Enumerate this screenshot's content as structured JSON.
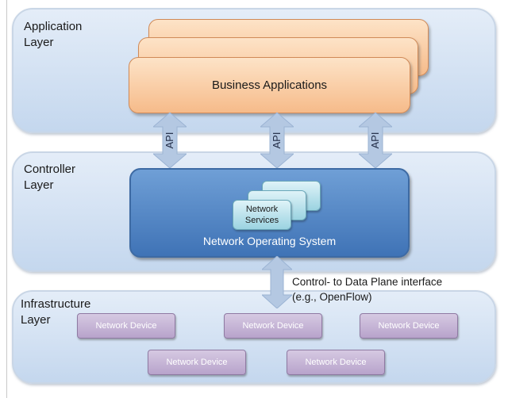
{
  "layers": {
    "application": {
      "label": "Application\nLayer"
    },
    "controller": {
      "label": "Controller\nLayer"
    },
    "infrastructure": {
      "label": "Infrastructure\nLayer"
    }
  },
  "business_applications": {
    "label": "Business Applications"
  },
  "api_label": "API",
  "nos": {
    "label": "Network Operating System",
    "services_label": "Network\nServices"
  },
  "interface": {
    "label": "Control- to Data Plane interface\n(e.g., OpenFlow)"
  },
  "network_device_label": "Network Device",
  "colors": {
    "layer_fill": "#d4e2f3",
    "business_app_fill": "#f9cfa6",
    "nos_fill": "#5a8cc9",
    "services_fill": "#bfe6ef",
    "device_fill": "#c8b8d9",
    "arrow_fill": "#b4c8e2"
  }
}
